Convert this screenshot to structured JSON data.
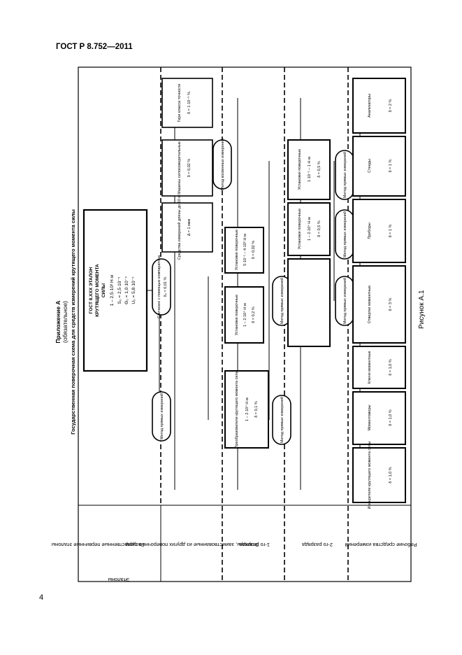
{
  "header": {
    "standard": "ГОСТ Р 8.752—2011"
  },
  "page_number": "4",
  "figure_caption": "Рисунок А.1",
  "appendix": {
    "title": "Приложение А",
    "status": "(обязательное)",
    "scheme_title": "Государственная поверочная схема для средств измерений крутящего момента силы"
  },
  "rows": {
    "group_label": "Эталоны",
    "primary": "Государственные первичные эталоны",
    "other": "Эталоны, заимствованные из других поверочных схем",
    "first": "1-го разряда",
    "second": "2-го разряда",
    "working": "Рабочие средства измерений"
  },
  "primary_standard": {
    "line1": "ГОСТ 8.XXX ЭТАЛОН",
    "line2": "КРУТЯЩЕГО МОМЕНТА",
    "line3": "СИЛЫ",
    "range": "1 – 2,5·10³ Н·м",
    "s": "S₀ = 2,5·10⁻⁵",
    "theta": "Θ₀ = 1,0·10⁻⁴",
    "u": "U₀ = 5,8·10⁻⁵"
  },
  "methods": {
    "direct": "Метод прямых измерений",
    "comparator": "Сличение с помощью компаратора",
    "comparator_value": "δ₀ = 0,01 %",
    "indirect": "Метод косвенных измерений"
  },
  "other_boxes": [
    {
      "text": "Средства измерений длины до 10 м",
      "value": "Δ = 1 мкм"
    },
    {
      "text": "Машины силоизмерительные",
      "value": "δ = 0,02 %"
    },
    {
      "text": "Гири класса точности",
      "value": "δ = 1·10⁻⁵ %"
    }
  ],
  "first_rank_boxes": [
    {
      "text": "Преобразователи крутящего момента силы",
      "range": "1 – 2·10⁴ Н·м",
      "value": "δ = 0,1 %"
    },
    {
      "text": "Установки поверочные",
      "range": "1 – 2·10⁴ Н·м",
      "value": "δ = 0,2 %"
    },
    {
      "text": "Установки поверочные",
      "range": "5·10⁻¹ – 4·10³ Н·м",
      "value": "δ = 0,02 %"
    }
  ],
  "second_rank_boxes": [
    {
      "text": "Установки поверочные",
      "range": "1 – 2·10⁴ Н·м",
      "value": "δ = 0,5 %"
    },
    {
      "text": "Установки поверочные",
      "range": "1·10⁻¹ – 1 Н·м",
      "value": "δ = 0,5 %"
    }
  ],
  "working_boxes": [
    {
      "text": "Измерители крутящего момента силы",
      "value": "δ = 1,0 %"
    },
    {
      "text": "Моментомеры",
      "value": "δ = 1,0 %"
    },
    {
      "text": "Ключи моментные",
      "value": "δ = 1,0 %"
    },
    {
      "text": "Отвертки моментные",
      "value": "δ = 3 %"
    },
    {
      "text": "Приборы",
      "value": "δ = 1 %"
    },
    {
      "text": "Стенды",
      "value": "δ = 1 %"
    },
    {
      "text": "Анализаторы",
      "value": "δ = 2 %"
    }
  ]
}
